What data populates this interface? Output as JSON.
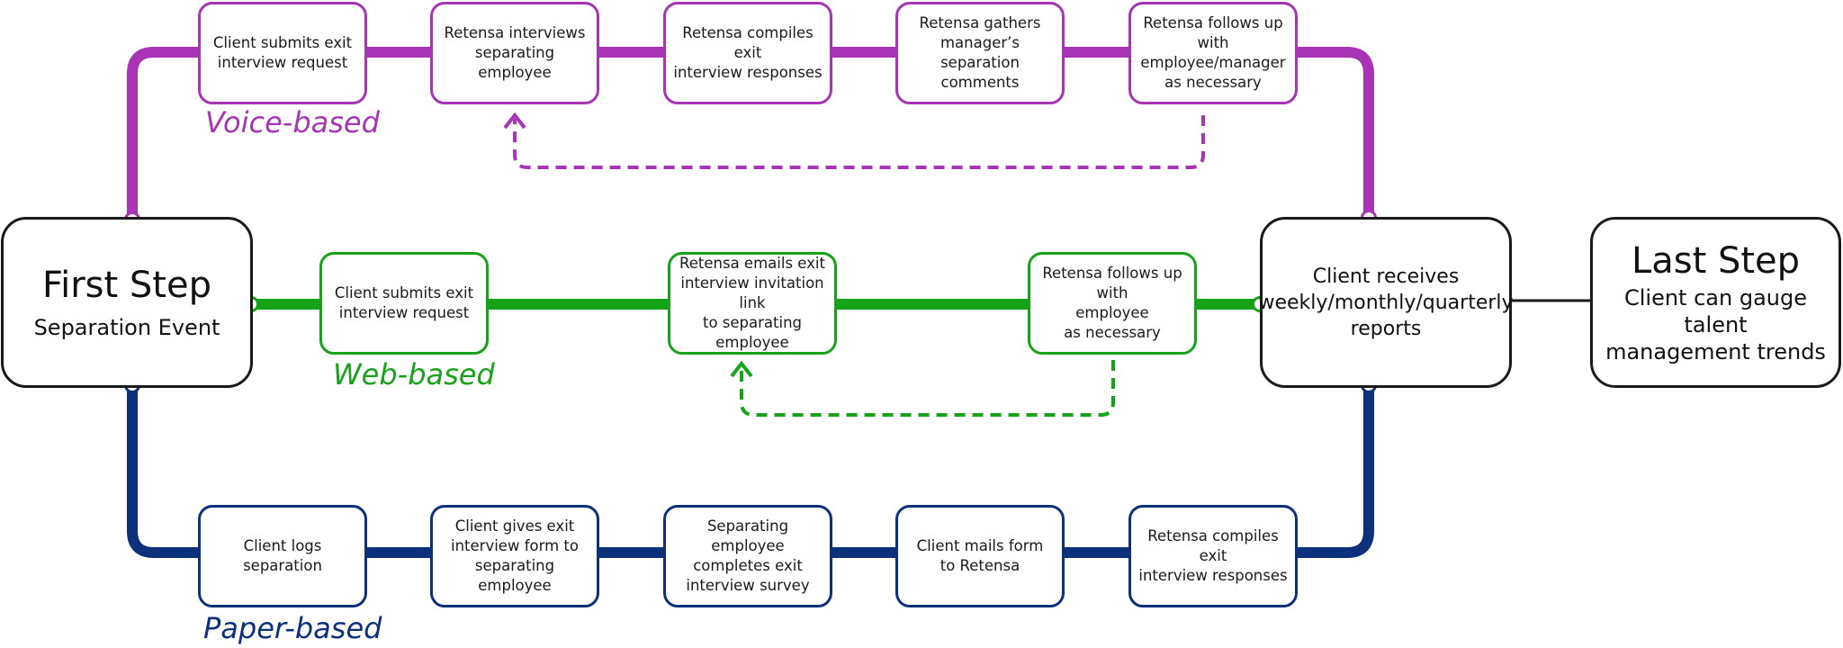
{
  "colors": {
    "voice": "#a634b4",
    "web": "#16a31a",
    "paper": "#0c3079",
    "neutral": "#1a1a1a"
  },
  "first_step": {
    "title": "First Step",
    "subtitle": "Separation Event"
  },
  "reports": {
    "text": "Client receives\nweekly/monthly/quarterly\nreports"
  },
  "last_step": {
    "title": "Last Step",
    "subtitle": "Client can gauge talent\nmanagement trends"
  },
  "tracks": {
    "voice": {
      "label": "Voice-based",
      "steps": [
        "Client submits exit\ninterview request",
        "Retensa interviews\nseparating employee",
        "Retensa compiles exit\ninterview responses",
        "Retensa gathers\nmanager’s\nseparation comments",
        "Retensa follows up with\nemployee/manager\nas necessary"
      ]
    },
    "web": {
      "label": "Web-based",
      "steps": [
        "Client submits exit\ninterview request",
        "Retensa emails exit\ninterview invitation link\nto separating employee",
        "Retensa follows up with\nemployee\nas necessary"
      ]
    },
    "paper": {
      "label": "Paper-based",
      "steps": [
        "Client logs\nseparation",
        "Client gives exit\ninterview form to\nseparating employee",
        "Separating employee\ncompletes exit\ninterview survey",
        "Client mails form\nto Retensa",
        "Retensa compiles exit\ninterview responses"
      ]
    }
  }
}
